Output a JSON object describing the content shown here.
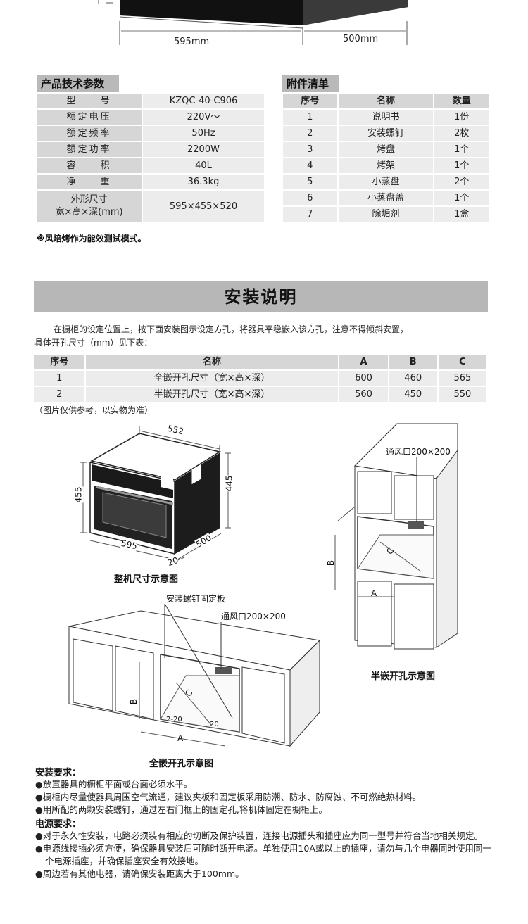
{
  "top_dims": {
    "width": "595mm",
    "depth": "500mm"
  },
  "specs": {
    "title": "产品技术参数",
    "rows": [
      {
        "label": "型　　号",
        "value": "KZQC-40-C906"
      },
      {
        "label": "额定电压",
        "value": "220V～"
      },
      {
        "label": "额定频率",
        "value": "50Hz"
      },
      {
        "label": "额定功率",
        "value": "2200W"
      },
      {
        "label": "容　　积",
        "value": "40L"
      },
      {
        "label": "净　　重",
        "value": "36.3kg"
      }
    ],
    "size_label_1": "外形尺寸",
    "size_label_2": "宽×高×深(mm)",
    "size_value": "595×455×520",
    "note": "※风焙烤作为能效测试模式。"
  },
  "accessories": {
    "title": "附件清单",
    "headers": [
      "序号",
      "名称",
      "数量"
    ],
    "rows": [
      [
        "1",
        "说明书",
        "1份"
      ],
      [
        "2",
        "安装螺钉",
        "2枚"
      ],
      [
        "3",
        "烤盘",
        "1个"
      ],
      [
        "4",
        "烤架",
        "1个"
      ],
      [
        "5",
        "小蒸盘",
        "2个"
      ],
      [
        "6",
        "小蒸盘盖",
        "1个"
      ],
      [
        "7",
        "除垢剂",
        "1盒"
      ]
    ]
  },
  "install": {
    "banner": "安装说明",
    "intro_1": "在橱柜的设定位置上，按下面安装图示设定方孔，将器具平稳嵌入该方孔，注意不得倾斜安置，",
    "intro_2": "具体开孔尺寸（mm）见下表：",
    "headers": [
      "序号",
      "名称",
      "A",
      "B",
      "C"
    ],
    "rows": [
      [
        "1",
        "全嵌开孔尺寸（宽×高×深）",
        "600",
        "460",
        "565"
      ],
      [
        "2",
        "半嵌开孔尺寸（宽×高×深）",
        "560",
        "450",
        "550"
      ]
    ],
    "ref_note": "（图片仅供参考，以实物为准）"
  },
  "diagrams": {
    "oven": {
      "top": "552",
      "h_left": "455",
      "h_right": "445",
      "w": "595",
      "d": "500",
      "gap": "20",
      "caption": "整机尺寸示意图"
    },
    "half": {
      "vent": "通风口200×200",
      "a": "A",
      "b": "B",
      "c": "C",
      "caption": "半嵌开孔示意图"
    },
    "full": {
      "screw": "安装螺钉固定板",
      "vent": "通风口200×200",
      "a": "A",
      "b": "B",
      "c": "C",
      "gap1": "2-20",
      "gap2": "20",
      "caption": "全嵌开孔示意图"
    }
  },
  "requirements": {
    "install_title": "安装要求：",
    "install_items": [
      "●放置器具的橱柜平面或台面必须水平。",
      "●橱柜内尽量使器具周围空气流通，建议夹板和固定板采用防潮、防水、防腐蚀、不可燃绝热材料。",
      "●用所配的两颗安装螺钉，通过左右门框上的固定孔,将机体固定在橱柜上。"
    ],
    "power_title": "电源要求：",
    "power_items": [
      "●对于永久性安装，电路必须装有相应的切断及保护装置，连接电源插头和插座应为同一型号并符合当地相关规定。",
      "●电源线接插必须方便，确保器具安装后可随时断开电源。单独使用10A或以上的插座，请勿与几个电器同时使用同一个电源插座，并确保插座安全有效接地。",
      "●周边若有其他电器，请确保安装距离大于100mm。"
    ]
  }
}
